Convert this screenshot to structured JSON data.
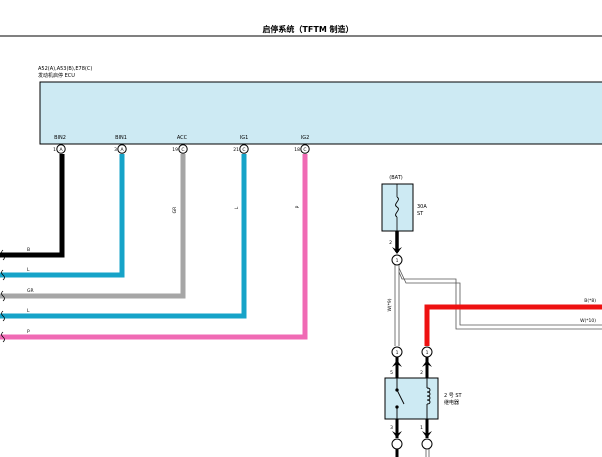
{
  "title": "启停系统（TFTM 制造）",
  "ecu": {
    "codes": "A52(A),A53(B),E78(C)",
    "name": "发动机启停 ECU",
    "fill_color": "#cdeaf3"
  },
  "pins": [
    {
      "label": "BIN2",
      "number": "1",
      "connector": "A"
    },
    {
      "label": "BIN1",
      "number": "3",
      "connector": "A"
    },
    {
      "label": "ACC",
      "number": "19",
      "connector": "C"
    },
    {
      "label": "IG1",
      "number": "21",
      "connector": "C"
    },
    {
      "label": "IG2",
      "number": "18",
      "connector": "C"
    }
  ],
  "wires": [
    {
      "code": "B",
      "color": "#000000"
    },
    {
      "code": "L",
      "color": "#16a3c8"
    },
    {
      "code": "GR",
      "color": "#a6a6a6"
    },
    {
      "code": "L",
      "color": "#16a3c8"
    },
    {
      "code": "P",
      "color": "#f06ab4"
    }
  ],
  "vertical_wire_labels": [
    "GR",
    "L",
    "P"
  ],
  "fuse": {
    "source": "(BAT)",
    "rating": "30A",
    "name": "ST",
    "pin": "2"
  },
  "junction_labels": {
    "j1_pin": "1",
    "branch_wire": "W(*9)",
    "j2_left": "1",
    "j2_right": "1",
    "relay_pin_left": "5",
    "relay_pin_right": "2",
    "bottom_left": "3",
    "bottom_right": "1"
  },
  "right_wires": [
    {
      "label": "B(*8)",
      "color": "#ee1111"
    },
    {
      "label": "W(*10)",
      "color": "#ffffff"
    }
  ],
  "relay": {
    "name_line1": "2 号 ST",
    "name_line2": "继电器"
  }
}
